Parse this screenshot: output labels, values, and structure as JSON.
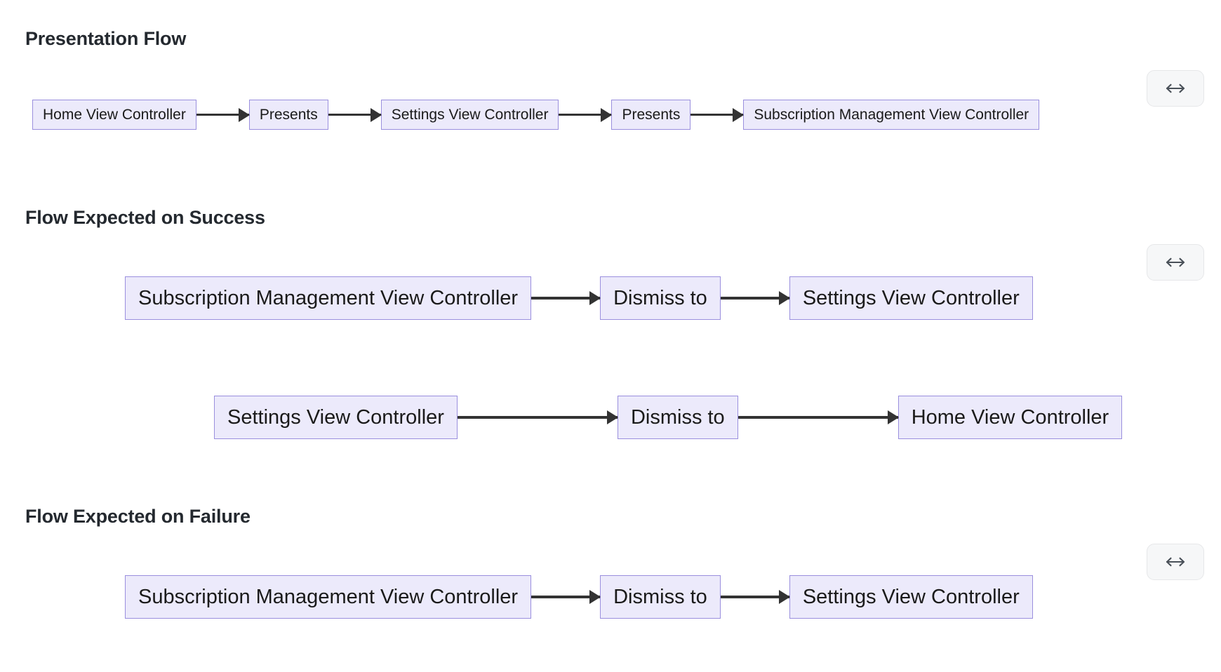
{
  "page": {
    "background": "#ffffff",
    "node_fill": "#eceafb",
    "node_border": "#9a8fde",
    "arrow_color": "#333333",
    "heading_color": "#24292f"
  },
  "sections": [
    {
      "heading": "Presentation Flow",
      "resize_button": {
        "icon": "left-right-arrow-icon",
        "glyph": "↔",
        "label": ""
      },
      "rows": [
        {
          "nodes": [
            "Home View Controller",
            "Presents",
            "Settings View Controller",
            "Presents",
            "Subscription Management View Controller"
          ]
        }
      ]
    },
    {
      "heading": "Flow Expected on Success",
      "resize_button": {
        "icon": "left-right-arrow-icon",
        "glyph": "↔",
        "label": ""
      },
      "rows": [
        {
          "nodes": [
            "Subscription Management View Controller",
            "Dismiss to",
            "Settings View Controller"
          ]
        },
        {
          "nodes": [
            "Settings View Controller",
            "Dismiss to",
            "Home View Controller"
          ]
        }
      ]
    },
    {
      "heading": "Flow Expected on Failure",
      "resize_button": {
        "icon": "left-right-arrow-icon",
        "glyph": "↔",
        "label": ""
      },
      "rows": [
        {
          "nodes": [
            "Subscription Management View Controller",
            "Dismiss to",
            "Settings View Controller"
          ]
        }
      ]
    }
  ]
}
